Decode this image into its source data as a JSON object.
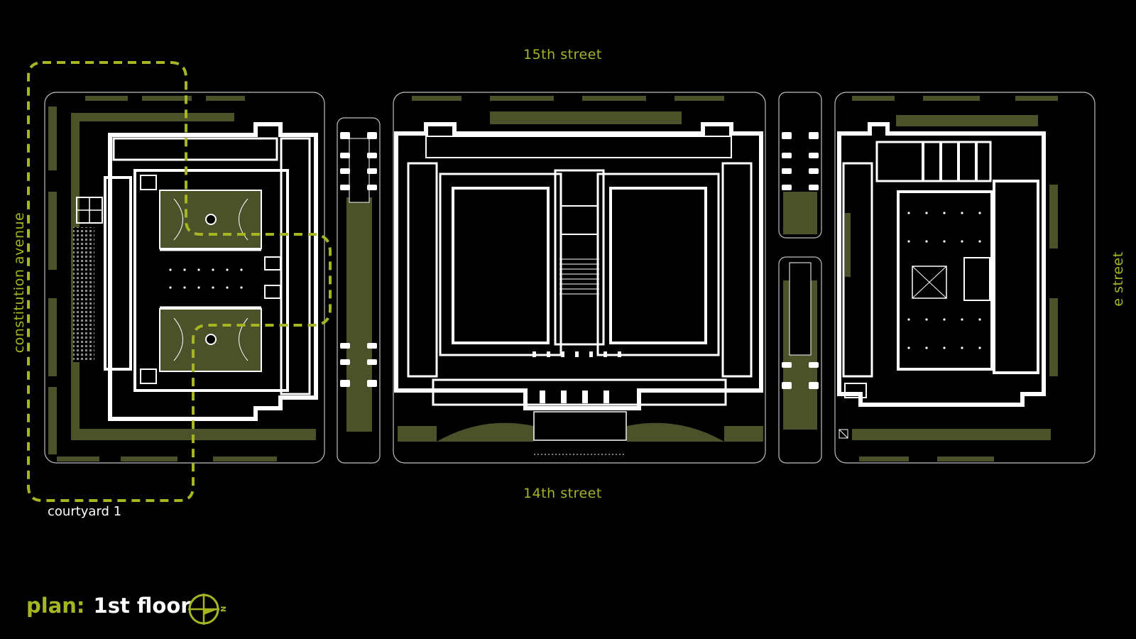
{
  "title": {
    "prefix": "plan:",
    "main": "1st floor"
  },
  "streets": {
    "north": "15th street",
    "south": "14th street",
    "west": "constitution avenue",
    "east": "e street"
  },
  "callout": {
    "label": "courtyard 1"
  },
  "compass": {
    "letter": "N",
    "icon": "north-arrow-icon"
  },
  "colors": {
    "background": "#000000",
    "wall": "#ffffff",
    "landscape": "#4b5128",
    "accent": "#a6b522",
    "outline": "#bfbfbf"
  }
}
